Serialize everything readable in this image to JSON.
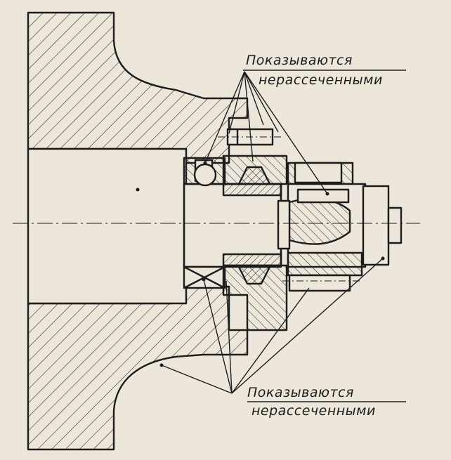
{
  "figure": {
    "background_color": "#ece7da",
    "line_color": "#1d1d1d",
    "annotations": [
      {
        "line1": "Показываются",
        "line2": "нерассеченными"
      },
      {
        "line1": "Показываются",
        "line2": "нерассеченными"
      }
    ]
  }
}
